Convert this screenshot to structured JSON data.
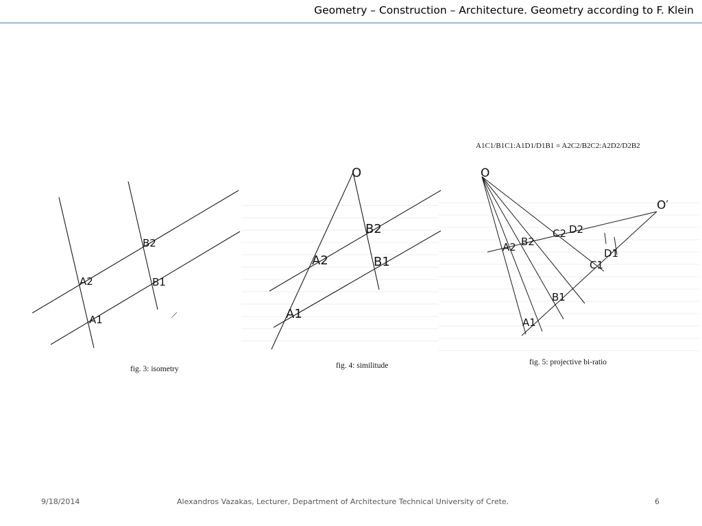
{
  "header": {
    "title": "Geometry – Construction – Architecture. Geometry according to F. Klein"
  },
  "figures": [
    {
      "caption": "fig. 3: isometry",
      "labels": [
        "B2",
        "A2",
        "B1",
        "A1"
      ]
    },
    {
      "caption": "fig. 4: similitude",
      "labels": [
        "O",
        "B2",
        "A2",
        "B1",
        "A1"
      ]
    },
    {
      "caption": "fig. 5: projective bi-ratio",
      "formula": "A1C1/B1C1:A1D1/D1B1 =  A2C2/B2C2:A2D2/D2B2",
      "labels": [
        "O",
        "O′",
        "A2",
        "B2",
        "C2",
        "D2",
        "D1",
        "C1",
        "B1",
        "A1"
      ]
    }
  ],
  "footer": {
    "date": "9/18/2014",
    "author": "Alexandros Vazakas, Lecturer, Department of Architecture Technical University of Crete.",
    "page": "6"
  }
}
